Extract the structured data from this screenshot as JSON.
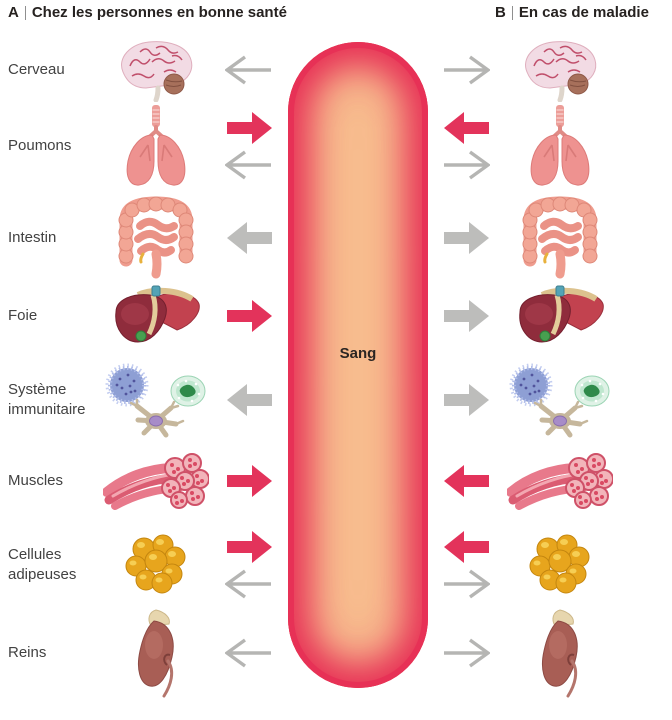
{
  "header_a": {
    "letter": "A",
    "label": "Chez les personnes en bonne santé"
  },
  "header_b": {
    "letter": "B",
    "label": "En cas de maladie"
  },
  "blood": {
    "label": "Sang"
  },
  "colors": {
    "arrow_red": "#e3335b",
    "arrow_gray_solid": "#bdbdbb",
    "arrow_gray_thin": "#b5b5b3",
    "capsule_edge": "#e73156",
    "capsule_center": "#f8c190",
    "header_text": "#262220",
    "label_text": "#424242"
  },
  "rows": [
    {
      "label": "Cerveau",
      "icon": "brain-icon",
      "left_arrows": [
        {
          "dir": "left",
          "style": "thin"
        }
      ],
      "right_arrows": [
        {
          "dir": "right",
          "style": "thin"
        }
      ]
    },
    {
      "label": "Poumons",
      "icon": "lungs-icon",
      "left_arrows": [
        {
          "dir": "right",
          "style": "solid-red"
        },
        {
          "dir": "left",
          "style": "thin"
        }
      ],
      "right_arrows": [
        {
          "dir": "left",
          "style": "solid-red"
        },
        {
          "dir": "right",
          "style": "thin"
        }
      ]
    },
    {
      "label": "Intestin",
      "icon": "intestine-icon",
      "left_arrows": [
        {
          "dir": "left",
          "style": "solid-gray"
        }
      ],
      "right_arrows": [
        {
          "dir": "right",
          "style": "solid-gray"
        }
      ]
    },
    {
      "label": "Foie",
      "icon": "liver-icon",
      "left_arrows": [
        {
          "dir": "right",
          "style": "solid-red"
        }
      ],
      "right_arrows": [
        {
          "dir": "right",
          "style": "solid-gray"
        }
      ]
    },
    {
      "label": "Système immunitaire",
      "icon": "immune-cells-icon",
      "left_arrows": [
        {
          "dir": "left",
          "style": "solid-gray"
        }
      ],
      "right_arrows": [
        {
          "dir": "right",
          "style": "solid-gray"
        }
      ]
    },
    {
      "label": "Muscles",
      "icon": "muscle-icon",
      "left_arrows": [
        {
          "dir": "right",
          "style": "solid-red"
        }
      ],
      "right_arrows": [
        {
          "dir": "left",
          "style": "solid-red"
        }
      ]
    },
    {
      "label": "Cellules adipeuses",
      "icon": "fat-cells-icon",
      "left_arrows": [
        {
          "dir": "right",
          "style": "solid-red"
        },
        {
          "dir": "left",
          "style": "thin"
        }
      ],
      "right_arrows": [
        {
          "dir": "left",
          "style": "solid-red"
        },
        {
          "dir": "right",
          "style": "thin"
        }
      ]
    },
    {
      "label": "Reins",
      "icon": "kidney-icon",
      "left_arrows": [
        {
          "dir": "left",
          "style": "thin"
        }
      ],
      "right_arrows": [
        {
          "dir": "right",
          "style": "thin"
        }
      ]
    }
  ]
}
